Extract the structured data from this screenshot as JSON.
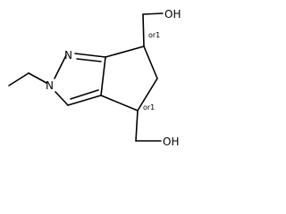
{
  "atoms": {
    "n1": "N",
    "n2": "N",
    "oh_top": "OH",
    "oh_bottom": "OH"
  },
  "stereo": {
    "top": "or1",
    "bottom": "or1"
  },
  "colors": {
    "bond": "#000000",
    "background": "#ffffff"
  }
}
